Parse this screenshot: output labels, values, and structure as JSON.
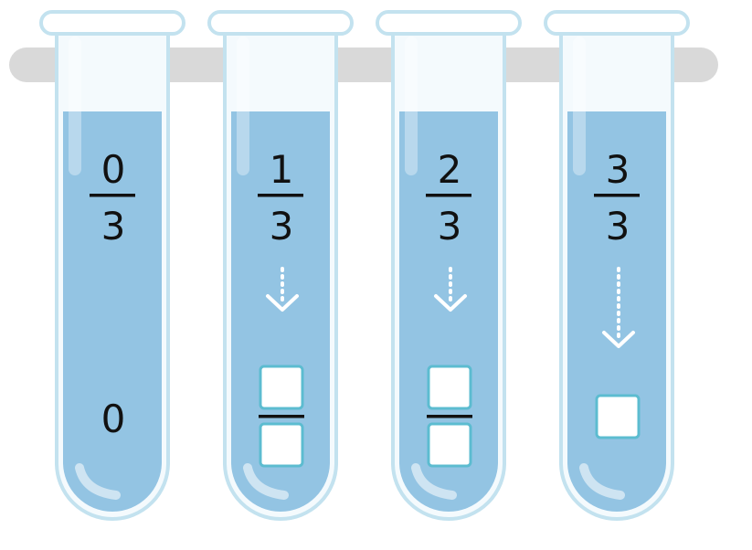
{
  "colors": {
    "liquid": "#93c4e3",
    "glass_outline": "#c3e2ef",
    "rack": "#d9d9d9",
    "box_border": "#5cbcd0",
    "text": "#111111"
  },
  "tubes": [
    {
      "numerator": "0",
      "denominator": "3",
      "result": "0",
      "has_arrow": false,
      "answer": "none"
    },
    {
      "numerator": "1",
      "denominator": "3",
      "result": "",
      "has_arrow": true,
      "answer": "fraction-boxes"
    },
    {
      "numerator": "2",
      "denominator": "3",
      "result": "",
      "has_arrow": true,
      "answer": "fraction-boxes"
    },
    {
      "numerator": "3",
      "denominator": "3",
      "result": "",
      "has_arrow": true,
      "answer": "single-box"
    }
  ]
}
